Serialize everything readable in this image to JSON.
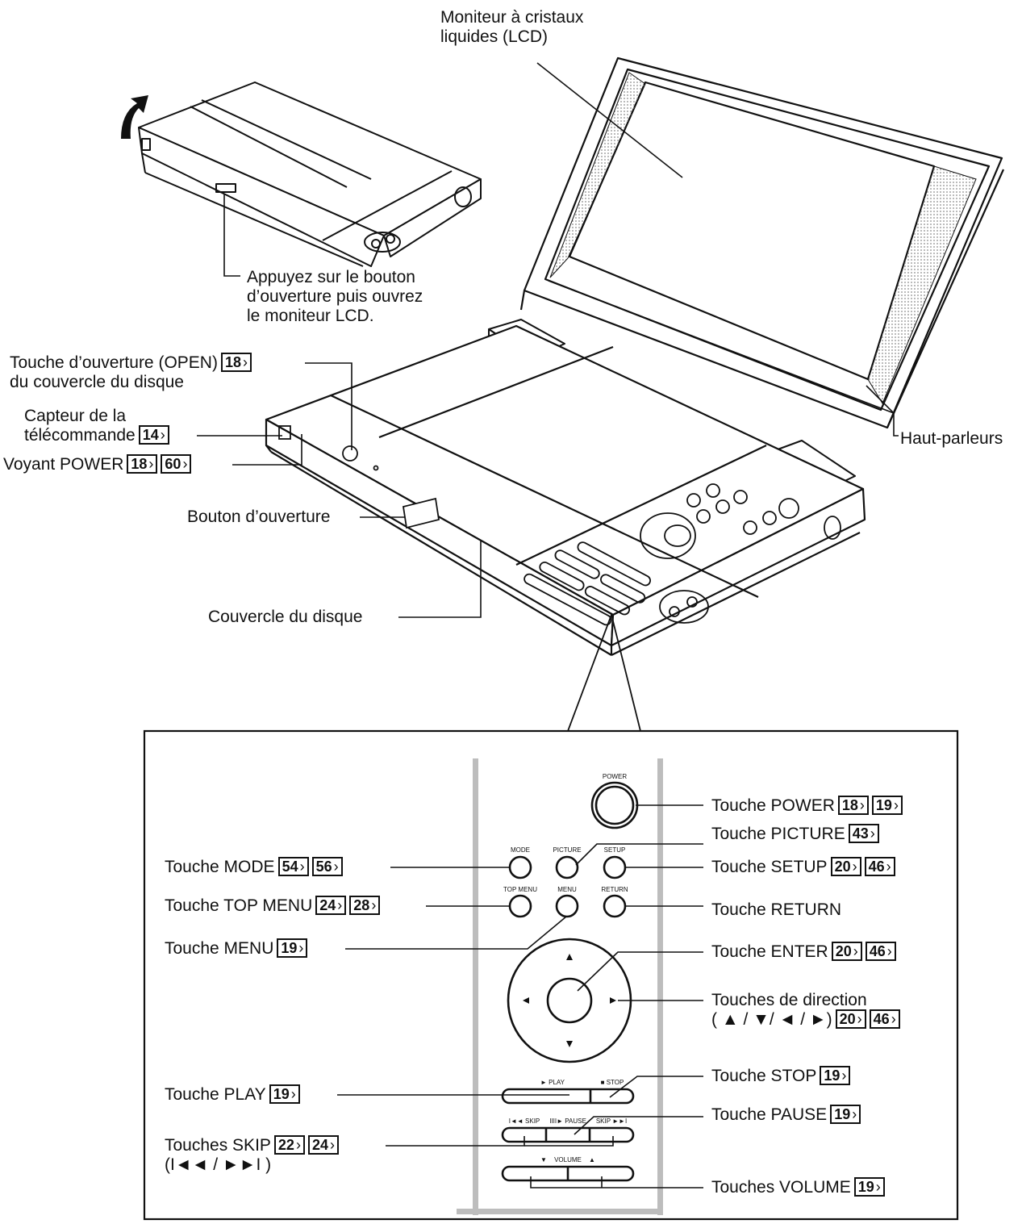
{
  "device_labels": {
    "lcd": [
      "Moniteur à cristaux",
      "liquides (LCD)"
    ],
    "open_instruction": [
      "Appuyez sur le bouton",
      "d’ouverture puis ouvrez",
      "le moniteur LCD."
    ],
    "open_key": {
      "line1": "Touche d’ouverture (OPEN)",
      "line2": "du couvercle du disque",
      "refs": [
        "18"
      ]
    },
    "remote_sensor": {
      "line1": "Capteur de la",
      "line2": "télécommande",
      "refs": [
        "14"
      ]
    },
    "power_indicator": {
      "text": "Voyant POWER",
      "refs": [
        "18",
        "60"
      ]
    },
    "open_button": "Bouton d’ouverture",
    "disc_cover": "Couvercle du disque",
    "speakers": "Haut-parleurs"
  },
  "panel_small_labels": {
    "power": "POWER",
    "mode": "MODE",
    "picture": "PICTURE",
    "setup": "SETUP",
    "top_menu": "TOP MENU",
    "menu": "MENU",
    "return": "RETURN",
    "play": "► PLAY",
    "stop": "■ STOP",
    "skip_back": "I◄◄ SKIP",
    "pause": "IIII► PAUSE",
    "skip_fwd": "SKIP ►►I",
    "vol_down": "▼",
    "volume": "VOLUME",
    "vol_up": "▲"
  },
  "callouts": {
    "power": {
      "text": "Touche POWER",
      "refs": [
        "18",
        "19"
      ]
    },
    "picture": {
      "text": "Touche PICTURE",
      "refs": [
        "43"
      ]
    },
    "setup": {
      "text": "Touche SETUP",
      "refs": [
        "20",
        "46"
      ]
    },
    "return": {
      "text": "Touche RETURN",
      "refs": []
    },
    "enter": {
      "text": "Touche ENTER",
      "refs": [
        "20",
        "46"
      ]
    },
    "direction": {
      "line1": "Touches de direction",
      "line2": "( ▲ / ▼/ ◄ / ►)",
      "refs": [
        "20",
        "46"
      ]
    },
    "stop": {
      "text": "Touche STOP",
      "refs": [
        "19"
      ]
    },
    "pause": {
      "text": "Touche PAUSE",
      "refs": [
        "19"
      ]
    },
    "volume": {
      "text": "Touches VOLUME",
      "refs": [
        "19"
      ]
    },
    "mode": {
      "text": "Touche MODE",
      "refs": [
        "54",
        "56"
      ]
    },
    "top_menu": {
      "text": "Touche TOP MENU",
      "refs": [
        "24",
        "28"
      ]
    },
    "menu": {
      "text": "Touche MENU",
      "refs": [
        "19"
      ]
    },
    "play": {
      "text": "Touche PLAY",
      "refs": [
        "19"
      ]
    },
    "skip": {
      "line1": "Touches SKIP",
      "line2": "(I◄◄ / ►►I )",
      "refs": [
        "22",
        "24"
      ]
    }
  },
  "colors": {
    "line": "#111111",
    "panel_gray": "#bdbdbd",
    "speaker_dots": "#8a8a8a"
  }
}
